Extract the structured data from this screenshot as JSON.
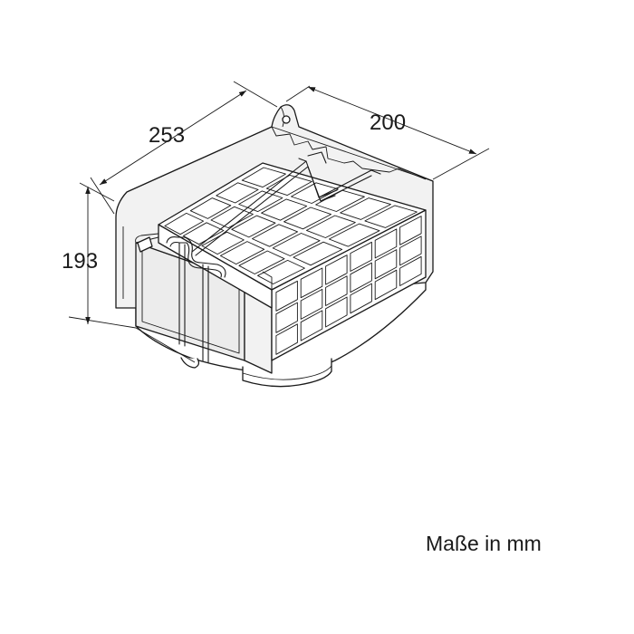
{
  "drawing": {
    "dimensions": {
      "length": "253",
      "depth": "200",
      "height": "193"
    },
    "units_note": "Maße in mm"
  }
}
